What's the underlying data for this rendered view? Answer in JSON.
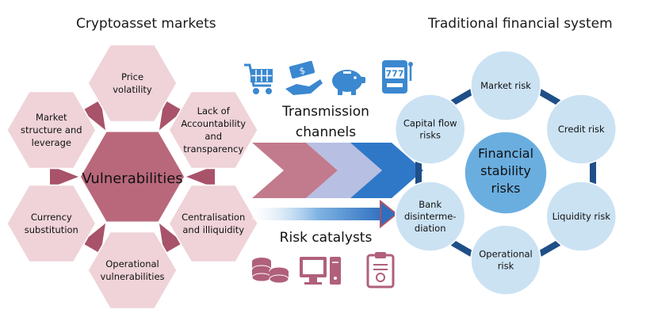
{
  "left_title": "Cryptoasset markets",
  "right_title": "Traditional financial system",
  "vulnerabilities": {
    "center": "Vulnerabilities",
    "hexes": [
      {
        "key": "price",
        "lines": [
          "Price",
          "volatility"
        ]
      },
      {
        "key": "accountability",
        "lines": [
          "Lack of",
          "Accountability",
          "and",
          "transparency"
        ]
      },
      {
        "key": "centralisation",
        "lines": [
          "Centralisation",
          "and illiquidity"
        ]
      },
      {
        "key": "operational",
        "lines": [
          "Operational",
          "vulnerabilities"
        ]
      },
      {
        "key": "currency",
        "lines": [
          "Currency",
          "substitution"
        ]
      },
      {
        "key": "market-structure",
        "lines": [
          "Market",
          "structure and",
          "leverage"
        ]
      }
    ]
  },
  "transmission": {
    "lines": [
      "Transmission",
      "channels"
    ],
    "icons": [
      "shopping-cart-icon",
      "money-hand-icon",
      "piggy-bank-icon",
      "slot-machine-icon"
    ]
  },
  "catalysts": {
    "label": "Risk catalysts",
    "icons": [
      "coins-icon",
      "computer-icon",
      "clipboard-icon"
    ]
  },
  "financial": {
    "center_lines": [
      "Financial",
      "stability",
      "risks"
    ],
    "risks": [
      {
        "key": "market",
        "lines": [
          "Market risk"
        ]
      },
      {
        "key": "credit",
        "lines": [
          "Credit risk"
        ]
      },
      {
        "key": "liquidity",
        "lines": [
          "Liquidity risk"
        ]
      },
      {
        "key": "operational",
        "lines": [
          "Operational",
          "risk"
        ]
      },
      {
        "key": "bank",
        "lines": [
          "Bank",
          "disinterme-",
          "diation"
        ]
      },
      {
        "key": "capital-flow",
        "lines": [
          "Capital flow",
          "risks"
        ]
      }
    ]
  },
  "colors": {
    "hex_light": "#efd3d9",
    "hex_dark": "#b9687c",
    "connector": "#a8536a",
    "chevron_1": "#c27b8c",
    "chevron_2": "#b7bfe2",
    "chevron_3": "#2f78c8",
    "circle_light": "#cbe2f3",
    "circle_center": "#6aaee0",
    "ring_connector": "#1f4f88",
    "icon_blue": "#3b88d0",
    "icon_pink": "#b0607a"
  }
}
